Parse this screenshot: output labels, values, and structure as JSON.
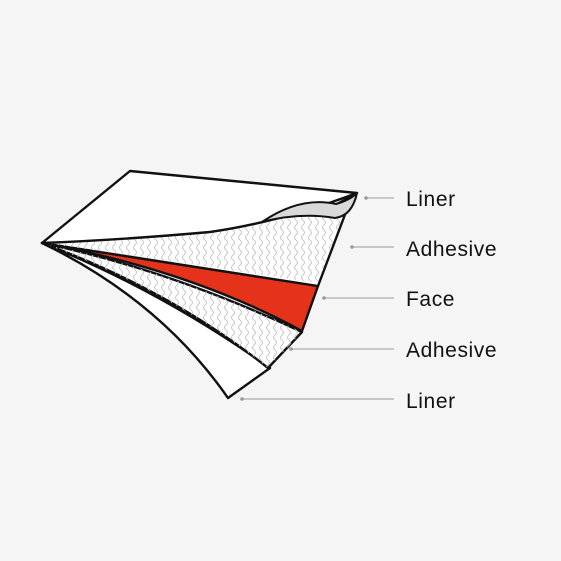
{
  "colors": {
    "background": "#f5f5f5",
    "outline": "#111111",
    "face": "#e4321b",
    "liner": "#ffffff",
    "adhesive_fill": "#ffffff",
    "adhesive_wave": "#c9c9c9",
    "leader": "#9a9a9a"
  },
  "layers": [
    {
      "label": "Liner",
      "kind": "liner"
    },
    {
      "label": "Adhesive",
      "kind": "adhesive"
    },
    {
      "label": "Face",
      "kind": "face"
    },
    {
      "label": "Adhesive",
      "kind": "adhesive"
    },
    {
      "label": "Liner",
      "kind": "liner"
    }
  ]
}
